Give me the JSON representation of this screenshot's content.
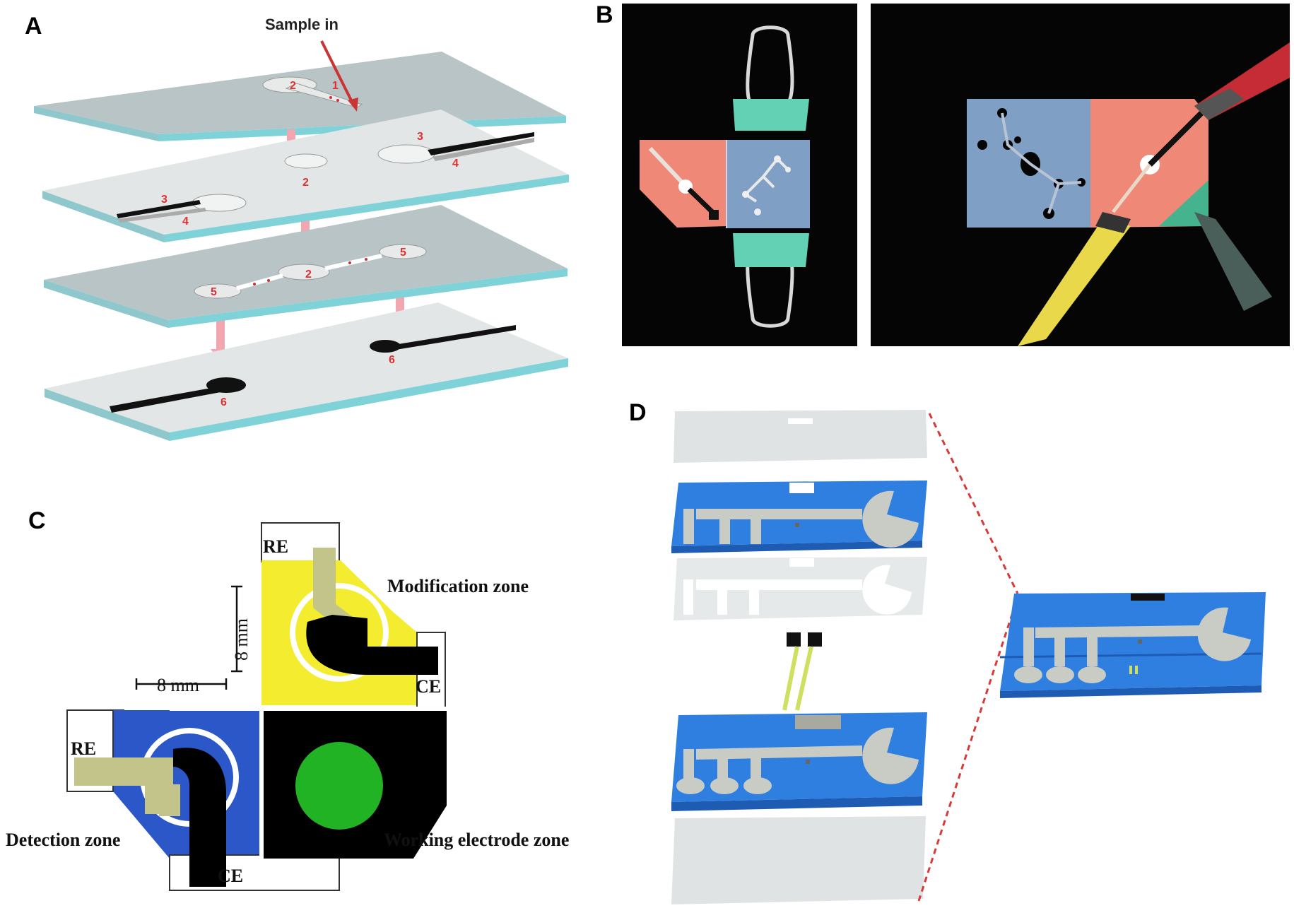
{
  "panels": {
    "a": {
      "label": "A",
      "sample_in": "Sample in",
      "numbers": [
        "1",
        "2",
        "2",
        "3",
        "4",
        "3",
        "4",
        "2",
        "5",
        "5",
        "6",
        "6"
      ]
    },
    "b": {
      "label": "B"
    },
    "c": {
      "label": "C",
      "re_top": "RE",
      "re_left": "RE",
      "ce_right": "CE",
      "ce_bottom": "CE",
      "dim_vertical": "8 mm",
      "dim_horizontal": "8 mm",
      "modification_zone": "Modification zone",
      "detection_zone": "Detection zone",
      "working_electrode_zone": "Working electrode zone"
    },
    "d": {
      "label": "D"
    }
  },
  "colors": {
    "sheet_gray": "#b9c4c6",
    "sheet_light": "#dfe3e3",
    "sheet_edge": "#7fd3d8",
    "arrow_pink": "#f2a7b0",
    "sample_arrow": "#cc3333",
    "electrode_blue": "#2f7fe0",
    "zone_yellow": "#f3ec2f",
    "zone_blue": "#2c57c9",
    "zone_green": "#22b324",
    "re_tan": "#c2c48a",
    "photo_black": "#050505",
    "paper_salmon": "#f08878",
    "paper_blue": "#7f9fc4",
    "clip_green": "#63d1b4",
    "dashed_red": "#d83a3a"
  }
}
